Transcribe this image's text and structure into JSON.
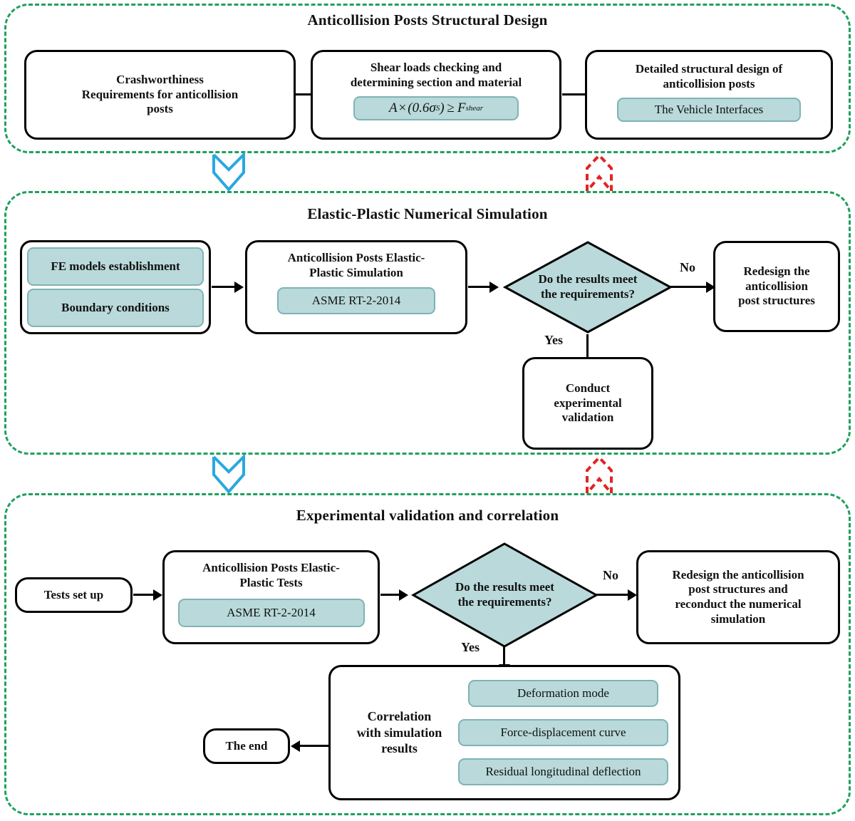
{
  "figure": {
    "type": "flowchart",
    "accent_teal": "#b9d9da",
    "accent_green": "#1fa05e",
    "accent_blue": "#29a8e0",
    "accent_red": "#e02424",
    "stroke_black": "#000000"
  },
  "sections": [
    {
      "id": "design",
      "title": "Anticollision Posts Structural Design"
    },
    {
      "id": "simulation",
      "title": "Elastic-Plastic Numerical Simulation"
    },
    {
      "id": "experiment",
      "title": "Experimental validation and correlation"
    }
  ],
  "section1": {
    "box_requirements": {
      "line1": "Crashworthiness",
      "line2": "Requirements for anticollision",
      "line3": "posts"
    },
    "box_shear": {
      "line1": "Shear loads checking and",
      "line2": "determining section and material",
      "formula": {
        "a": "A",
        "times": "×",
        "open": "(0.6",
        "sigma": "σ",
        "sigma_sub": "S",
        "close": ")",
        "ge": "≥",
        "f": "F",
        "f_sub": "shear"
      }
    },
    "box_detailed": {
      "line1": "Detailed structural design of",
      "line2": "anticollision posts",
      "pill": "The Vehicle Interfaces"
    }
  },
  "section2": {
    "group_inputs": {
      "pill1": "FE models establishment",
      "pill2": "Boundary conditions"
    },
    "box_simulation": {
      "line1": "Anticollision Posts Elastic-",
      "line2": "Plastic Simulation",
      "pill": "ASME RT-2-2014"
    },
    "decision": {
      "line1": "Do the results meet",
      "line2": "the requirements?"
    },
    "edge_no": "No",
    "edge_yes": "Yes",
    "box_redesign": {
      "line1": "Redesign the",
      "line2": "anticollision",
      "line3": "post structures"
    },
    "box_conduct": {
      "line1": "Conduct",
      "line2": "experimental",
      "line3": "validation"
    }
  },
  "section3": {
    "box_setup": {
      "line1": "Tests set up"
    },
    "box_tests": {
      "line1": "Anticollision Posts Elastic-",
      "line2": "Plastic Tests",
      "pill": "ASME RT-2-2014"
    },
    "decision": {
      "line1": "Do the results meet",
      "line2": "the requirements?"
    },
    "edge_no": "No",
    "edge_yes": "Yes",
    "box_redesign": {
      "line1": "Redesign the anticollision",
      "line2": "post structures and",
      "line3": "reconduct the numerical",
      "line4": "simulation"
    },
    "box_correlation": {
      "label1": "Correlation",
      "label2": "with simulation",
      "label3": "results",
      "pill1": "Deformation mode",
      "pill2": "Force-displacement curve",
      "pill3": "Residual longitudinal deflection"
    },
    "box_end": {
      "line1": "The end"
    }
  },
  "connectors": {
    "down_forward_icon": "blue-down-chevron-arrow",
    "up_feedback_icon": "red-up-dashed-arrow"
  }
}
